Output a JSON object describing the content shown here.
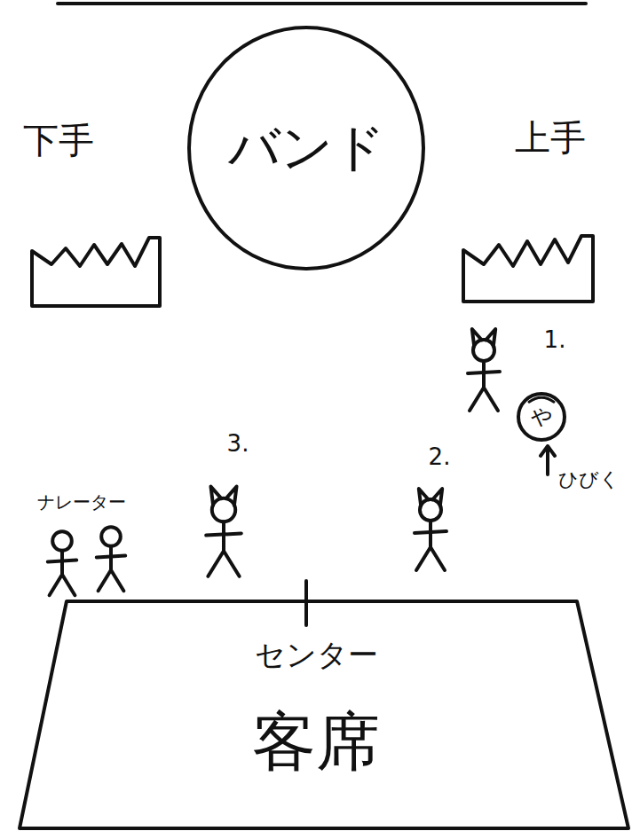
{
  "diagram": {
    "nodes": [
      {
        "text": [
          "バンド"
        ]
      },
      {
        "text": [
          "や"
        ]
      },
      {
        "text": [
          "センター",
          "客席"
        ]
      }
    ],
    "labels": [
      "下手",
      "上手",
      "1.",
      "3.",
      "2.",
      "ナレーター",
      "ひびく"
    ]
  }
}
